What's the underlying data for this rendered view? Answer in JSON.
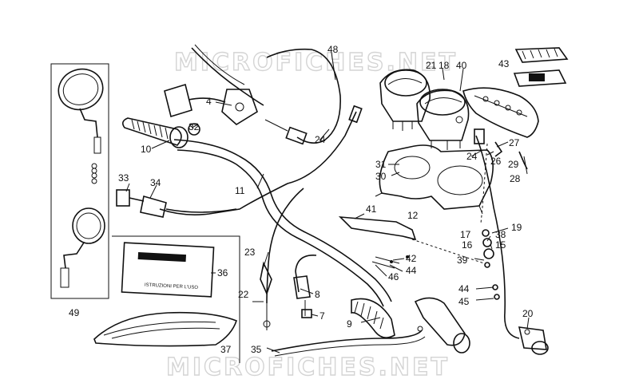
{
  "watermarks": [
    "MICROFICHES.NET",
    "MICROFICHES.NET"
  ],
  "booklet_text": "ISTRUZIONI PER L'USO",
  "part_labels": [
    {
      "id": "p48",
      "text": "48"
    },
    {
      "id": "p21",
      "text": "21"
    },
    {
      "id": "p18",
      "text": "18"
    },
    {
      "id": "p40",
      "text": "40"
    },
    {
      "id": "p43",
      "text": "43"
    },
    {
      "id": "p4",
      "text": "4"
    },
    {
      "id": "p32",
      "text": "32"
    },
    {
      "id": "p10",
      "text": "10"
    },
    {
      "id": "p24a",
      "text": "24"
    },
    {
      "id": "p24b",
      "text": "24"
    },
    {
      "id": "p27",
      "text": "27"
    },
    {
      "id": "p26",
      "text": "26"
    },
    {
      "id": "p29",
      "text": "29"
    },
    {
      "id": "p28",
      "text": "28"
    },
    {
      "id": "p31",
      "text": "31"
    },
    {
      "id": "p30",
      "text": "30"
    },
    {
      "id": "p33",
      "text": "33"
    },
    {
      "id": "p34",
      "text": "34"
    },
    {
      "id": "p11",
      "text": "11"
    },
    {
      "id": "p41",
      "text": "41"
    },
    {
      "id": "p12",
      "text": "12"
    },
    {
      "id": "p19",
      "text": "19"
    },
    {
      "id": "p17",
      "text": "17"
    },
    {
      "id": "p38",
      "text": "38"
    },
    {
      "id": "p16",
      "text": "16"
    },
    {
      "id": "p15",
      "text": "15"
    },
    {
      "id": "p39",
      "text": "39"
    },
    {
      "id": "p36",
      "text": "36"
    },
    {
      "id": "p23",
      "text": "23"
    },
    {
      "id": "p42",
      "text": "42"
    },
    {
      "id": "p44a",
      "text": "44"
    },
    {
      "id": "p46",
      "text": "46"
    },
    {
      "id": "p8",
      "text": "8"
    },
    {
      "id": "p22",
      "text": "22"
    },
    {
      "id": "p7",
      "text": "7"
    },
    {
      "id": "p44b",
      "text": "44"
    },
    {
      "id": "p45",
      "text": "45"
    },
    {
      "id": "p9",
      "text": "9"
    },
    {
      "id": "p20",
      "text": "20"
    },
    {
      "id": "p49",
      "text": "49"
    },
    {
      "id": "p37",
      "text": "37"
    },
    {
      "id": "p35",
      "text": "35"
    }
  ]
}
